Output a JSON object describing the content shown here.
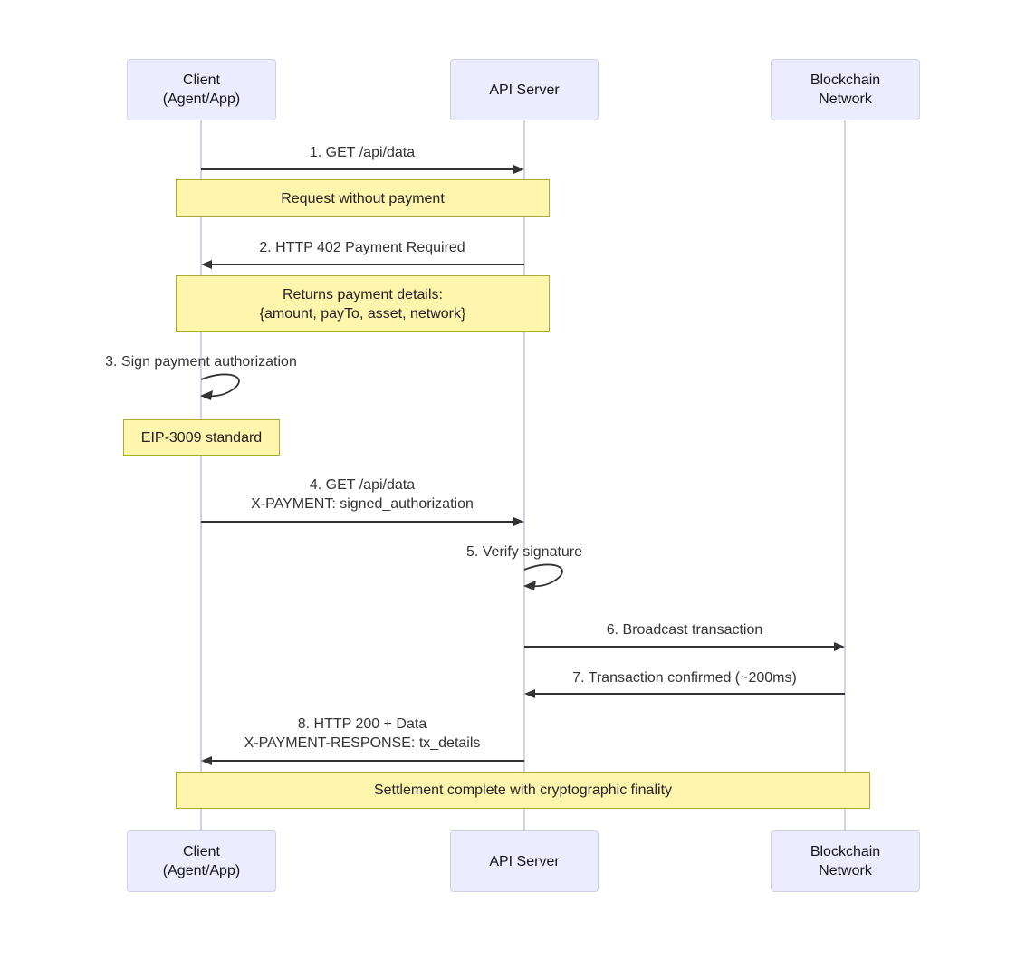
{
  "diagram": {
    "type": "sequence",
    "actors": [
      {
        "id": "client",
        "label": "Client\n(Agent/App)"
      },
      {
        "id": "api-server",
        "label": "API Server"
      },
      {
        "id": "blockchain",
        "label": "Blockchain\nNetwork"
      }
    ],
    "messages": [
      {
        "num": 1,
        "label": "1. GET /api/data",
        "from": "client",
        "to": "api-server",
        "kind": "arrow"
      },
      {
        "num": 2,
        "label": "2. HTTP 402 Payment Required",
        "from": "api-server",
        "to": "client",
        "kind": "arrow"
      },
      {
        "num": 3,
        "label": "3. Sign payment authorization",
        "from": "client",
        "to": "client",
        "kind": "self-loop"
      },
      {
        "num": 4,
        "label": "4. GET /api/data\nX-PAYMENT: signed_authorization",
        "from": "client",
        "to": "api-server",
        "kind": "arrow"
      },
      {
        "num": 5,
        "label": "5. Verify signature",
        "from": "api-server",
        "to": "api-server",
        "kind": "self-loop"
      },
      {
        "num": 6,
        "label": "6. Broadcast transaction",
        "from": "api-server",
        "to": "blockchain",
        "kind": "arrow"
      },
      {
        "num": 7,
        "label": "7. Transaction confirmed (~200ms)",
        "from": "blockchain",
        "to": "api-server",
        "kind": "arrow"
      },
      {
        "num": 8,
        "label": "8. HTTP 200 + Data\nX-PAYMENT-RESPONSE: tx_details",
        "from": "api-server",
        "to": "client",
        "kind": "arrow"
      }
    ],
    "notes": [
      {
        "label": "Request without payment",
        "over": "client,api-server"
      },
      {
        "label": "Returns payment details:\n{amount, payTo, asset, network}",
        "over": "client,api-server"
      },
      {
        "label": "EIP-3009 standard",
        "over": "client"
      },
      {
        "label": "Settlement complete with cryptographic finality",
        "over": "client,api-server,blockchain"
      }
    ],
    "colors": {
      "actor_fill": "#ECECFF",
      "actor_border": "#cfcfe8",
      "note_fill": "#fff5ad",
      "note_border": "#aaaa33",
      "lifeline": "#d2d2e8",
      "arrow": "#333333",
      "text": "#333333",
      "background": "#ffffff"
    }
  }
}
